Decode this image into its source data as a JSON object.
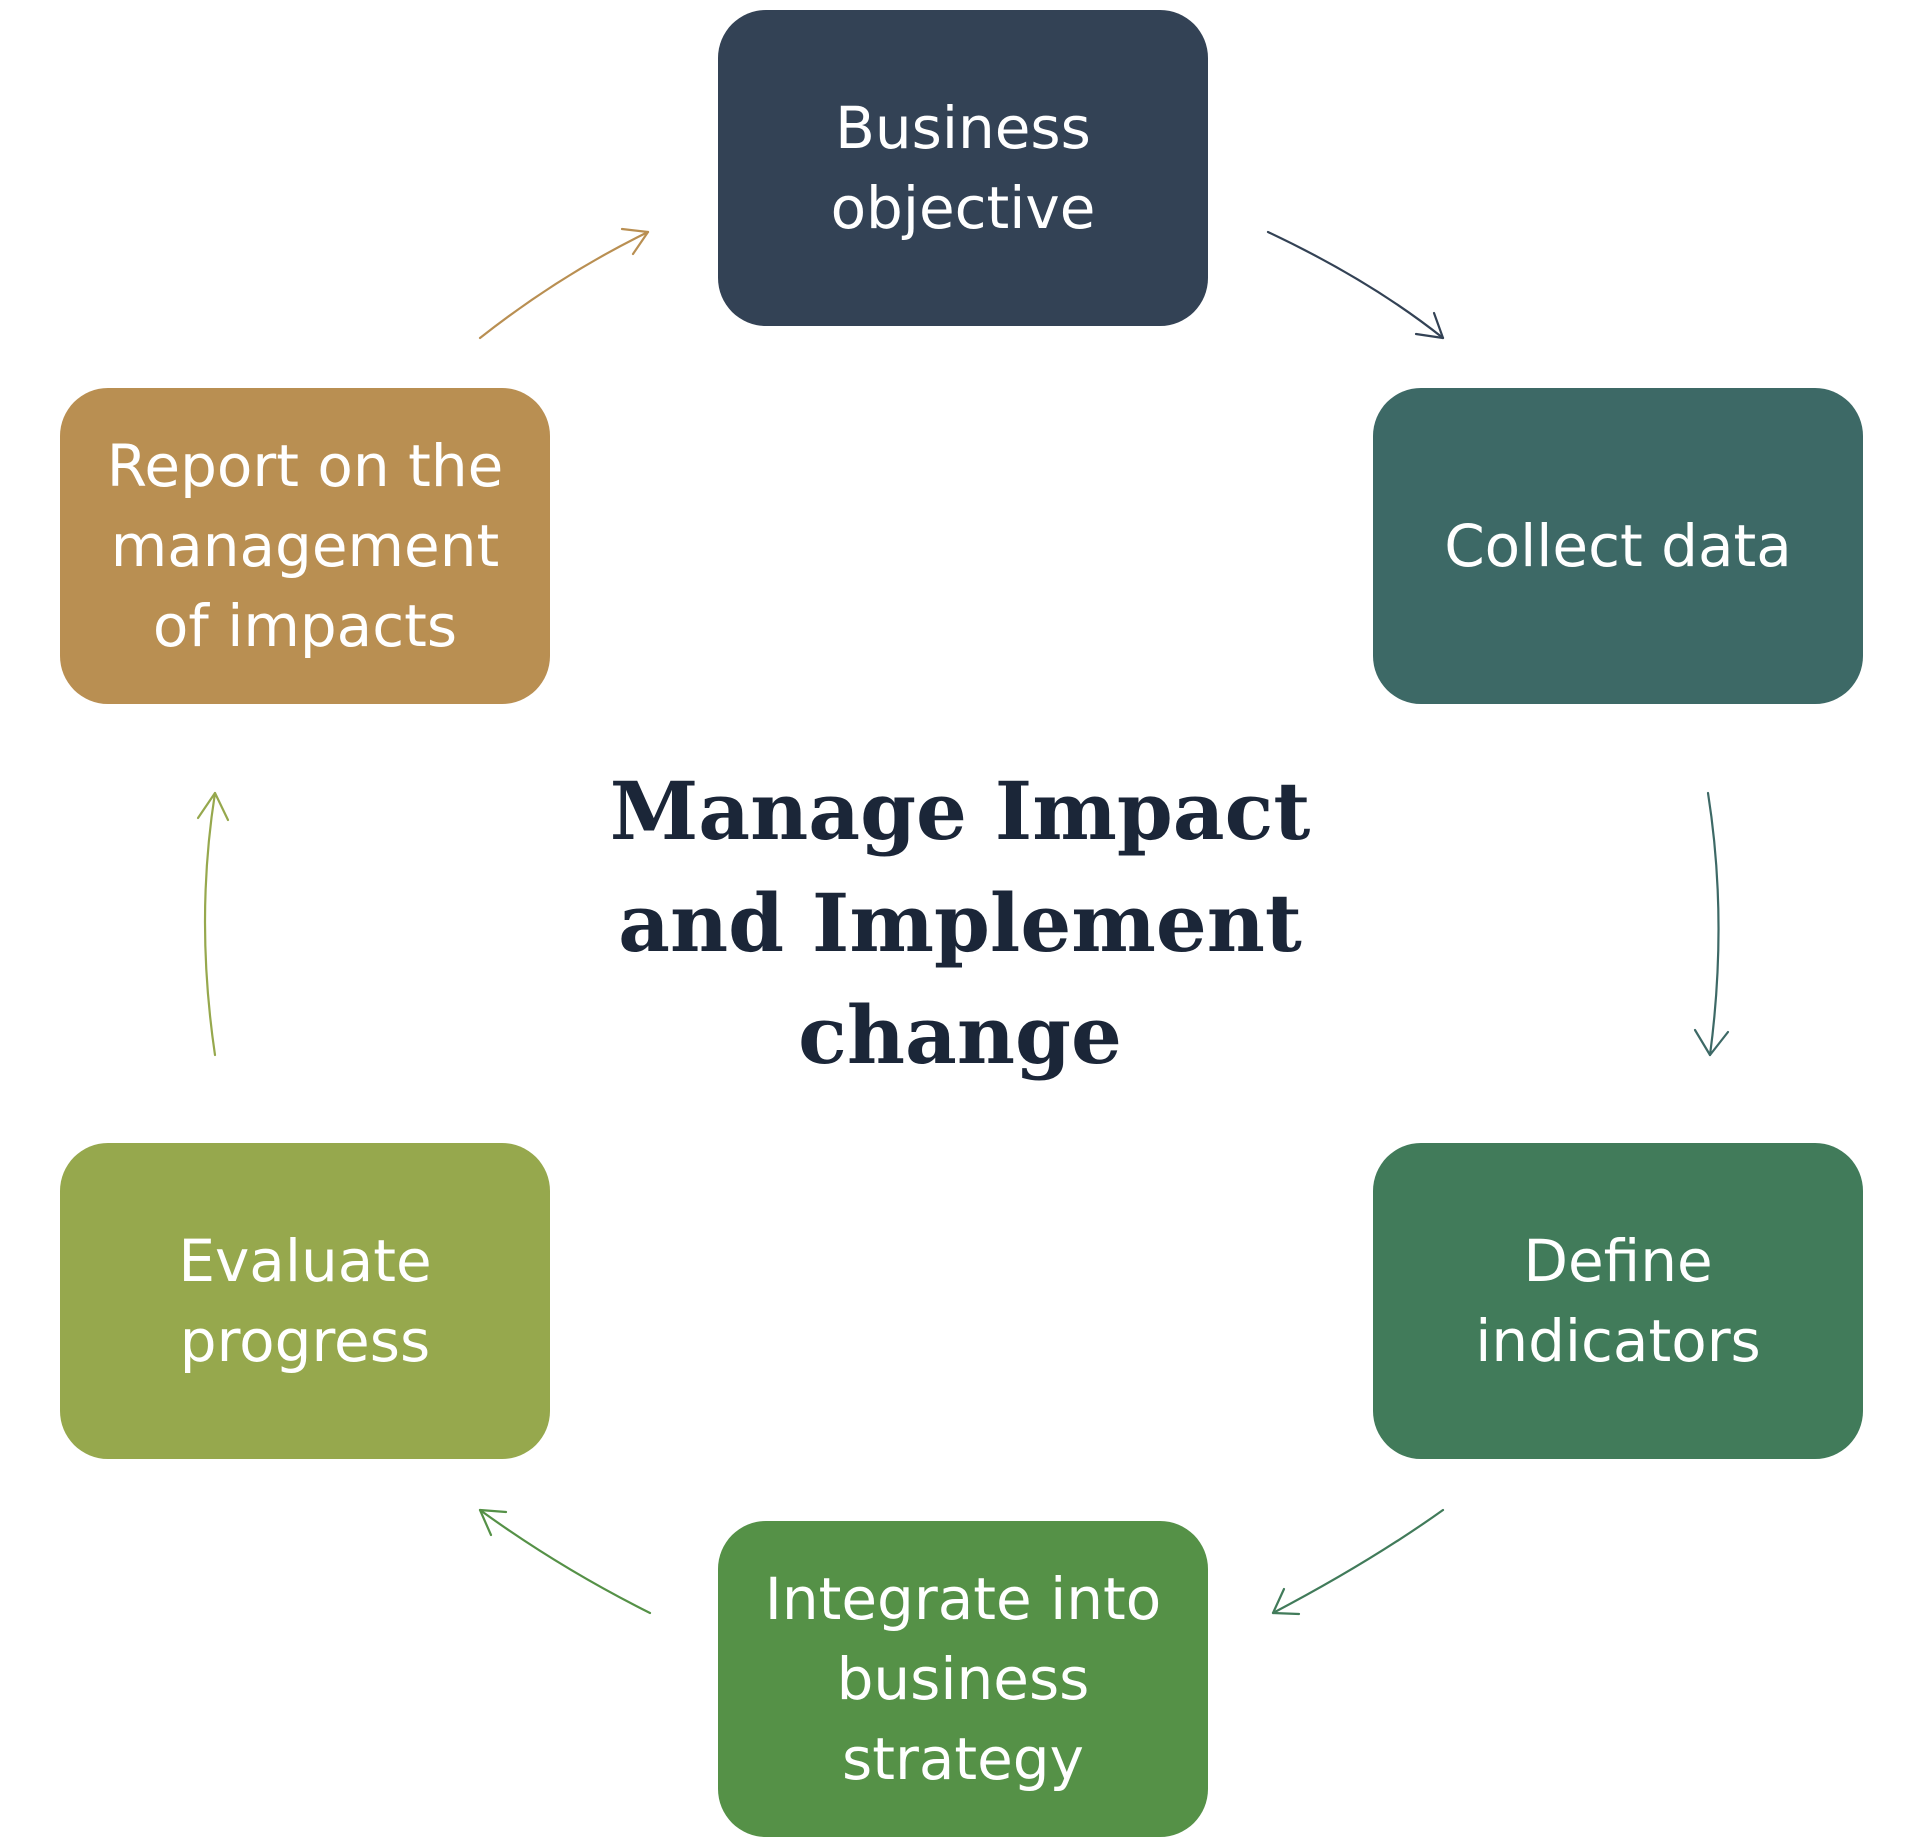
{
  "title": "Manage Impact\nand Implement\nchange",
  "colors": {
    "title": "#1b2638",
    "business_objective": "#334255",
    "collect_data": "#3d6966",
    "define_indicators": "#417b5a",
    "integrate": "#559147",
    "evaluate": "#96a84d",
    "report": "#b98f52"
  },
  "steps": [
    {
      "label": "Business\nobjective",
      "color": "#334255"
    },
    {
      "label": "Collect data",
      "color": "#3d6966"
    },
    {
      "label": "Define\nindicators",
      "color": "#417b5a"
    },
    {
      "label": "Integrate into\nbusiness\nstrategy",
      "color": "#559147"
    },
    {
      "label": "Evaluate\nprogress",
      "color": "#96a84d"
    },
    {
      "label": "Report on the\nmanagement\nof impacts",
      "color": "#b98f52"
    }
  ],
  "arrow_colors": [
    "#334255",
    "#3d6966",
    "#417b5a",
    "#559147",
    "#96a84d",
    "#b98f52"
  ]
}
